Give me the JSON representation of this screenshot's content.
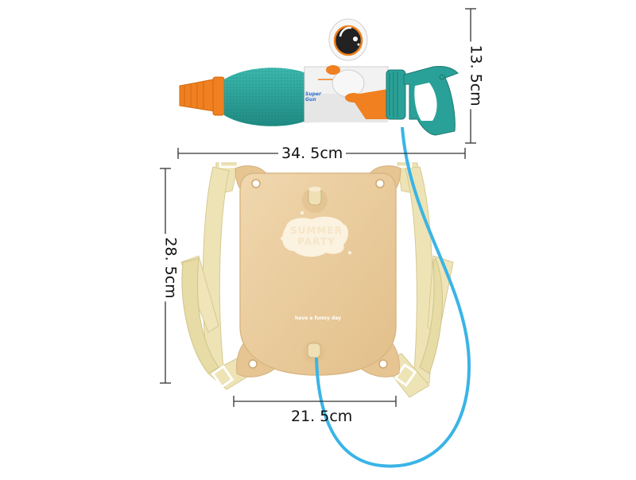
{
  "product": {
    "name": "water-gun-backpack",
    "gun_brand_label_line1": "Super",
    "gun_brand_label_line2": "Gun",
    "bag_logo_line1": "SUMMER",
    "bag_logo_line2": "PARTY",
    "bag_slogan": "have a funny day"
  },
  "dimensions": {
    "gun_length": "34. 5cm",
    "gun_height": "13. 5cm",
    "bag_height": "28. 5cm",
    "bag_width": "21. 5cm"
  },
  "colors": {
    "gun_teal": "#2aa198",
    "gun_orange": "#f08020",
    "gun_white": "#f2f2f2",
    "bag_tan": "#e8c896",
    "strap_cream": "#ede3b4",
    "tube_blue": "#3ab4e6",
    "dimension_line": "#333333"
  }
}
